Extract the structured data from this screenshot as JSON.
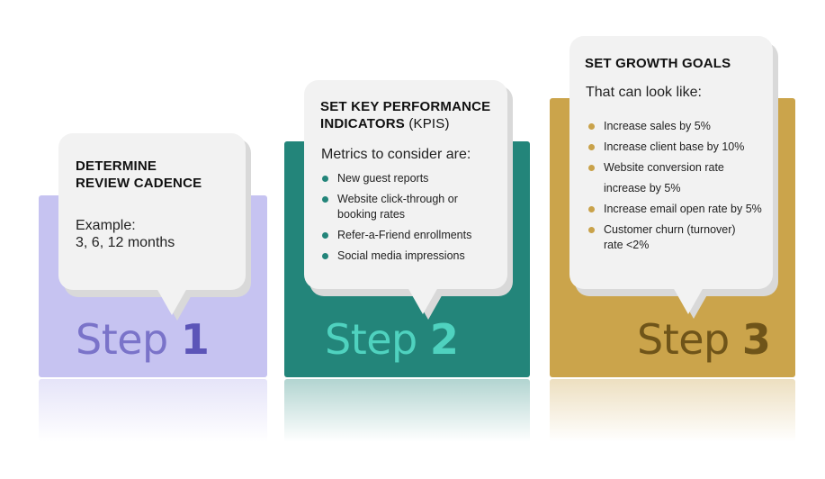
{
  "colors": {
    "step1_panel": "#c6c3f1",
    "step1_text": "#7a73c9",
    "step1_num": "#5c55b8",
    "step2_panel": "#23857a",
    "step2_text": "#4fd2bf",
    "step2_bullet": "#23857a",
    "step3_panel": "#cba44b",
    "step3_text": "#6f5419",
    "step3_bullet": "#c9a24a"
  },
  "steps": [
    {
      "label": "Step",
      "number": "1",
      "heading_line1": "DETERMINE",
      "heading_line2": "REVIEW CADENCE",
      "example_label": "Example:",
      "example_value": "3, 6, 12 months"
    },
    {
      "label": "Step",
      "number": "2",
      "heading_line1": "SET KEY PERFORMANCE",
      "heading_line2_bold": "INDICATORS",
      "heading_line2_light": " (KPIS)",
      "intro": "Metrics to consider are:",
      "items": [
        "New guest reports",
        "Website click-through or",
        "booking rates",
        "Refer-a-Friend enrollments",
        "Social media impressions"
      ]
    },
    {
      "label": "Step",
      "number": "3",
      "heading": "SET GROWTH GOALS",
      "intro": "That can look like:",
      "items": [
        "Increase sales by 5%",
        "Increase client base by 10%",
        "Website conversion rate",
        "increase by 5%",
        "Increase email open rate by 5%",
        "Customer churn (turnover)",
        "rate <2%"
      ]
    }
  ]
}
